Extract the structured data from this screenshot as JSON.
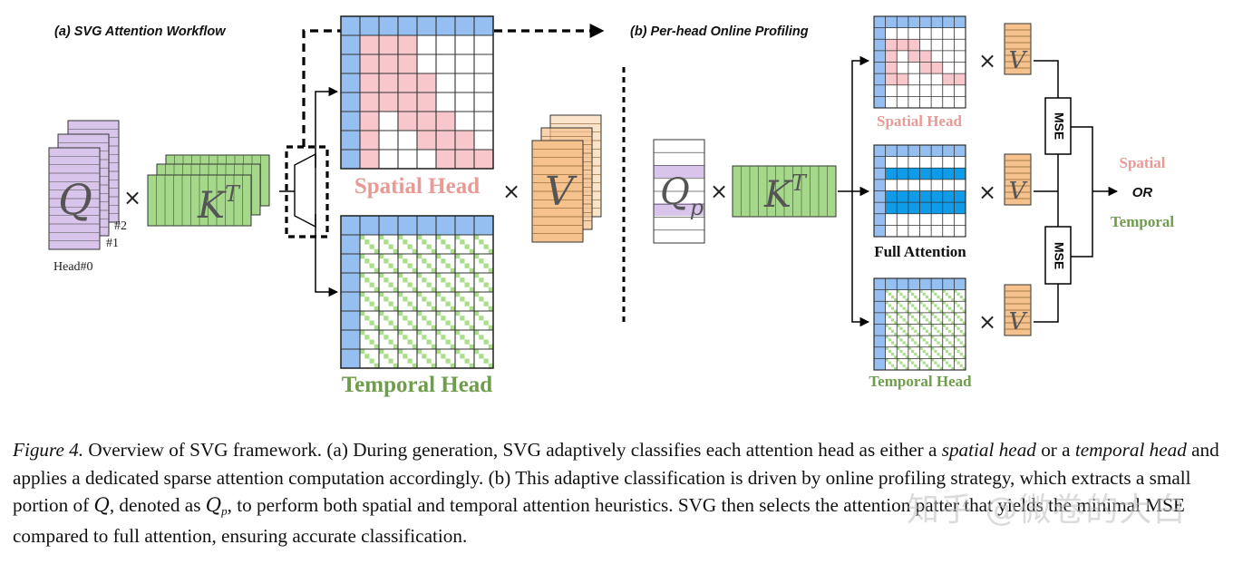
{
  "figure": {
    "panel_a": {
      "title": "(a) SVG Attention Workflow",
      "q_symbol": "Q",
      "k_symbol": "K",
      "k_sup": "T",
      "v_symbol": "V",
      "times": "×",
      "head_labels": [
        "Head#0",
        "#1",
        "#2"
      ],
      "spatial_head_label": "Spatial Head",
      "temporal_head_label": "Temporal Head"
    },
    "panel_b": {
      "title": "(b) Per-head Online Profiling",
      "qp_symbol": "Q",
      "qp_sub": "p",
      "k_symbol": "K",
      "k_sup": "T",
      "v_symbol": "V",
      "times": "×",
      "spatial_head_label": "Spatial Head",
      "full_attention_label": "Full Attention",
      "temporal_head_label": "Temporal Head",
      "mse_label": "MSE",
      "result_spatial": "Spatial",
      "result_or": "OR",
      "result_temporal": "Temporal"
    },
    "colors": {
      "spatial": "#e88f8f",
      "temporal": "#6f9d4b",
      "q_fill": "#d9c4ec",
      "k_fill": "#a6d88c",
      "v_fill": "#f5c18c",
      "first_col": "#94bff0",
      "spatial_cell": "#f7c7cb",
      "full_row": "#0f9be8",
      "diag": "#a9df8a"
    }
  },
  "caption": {
    "figure_label": "Figure 4.",
    "part1": " Overview of SVG framework. (a) During generation, SVG adaptively classifies each attention head as either a ",
    "spatial_head": "spatial head",
    "part2": " or a ",
    "temporal_head": "temporal head",
    "part3": " and applies a dedicated sparse attention computation accordingly. (b) This adaptive classification is driven by online profiling strategy, which extracts a small portion of ",
    "q": "Q",
    "part4": ", denoted as ",
    "qp": "Q",
    "qp_sub": "p",
    "part5": ", to perform both spatial and temporal attention heuristics. SVG then selects the attention patter that yields the minimal MSE compared to full attention, ensuring accurate classification."
  },
  "watermark": "知乎 @微卷的大白"
}
